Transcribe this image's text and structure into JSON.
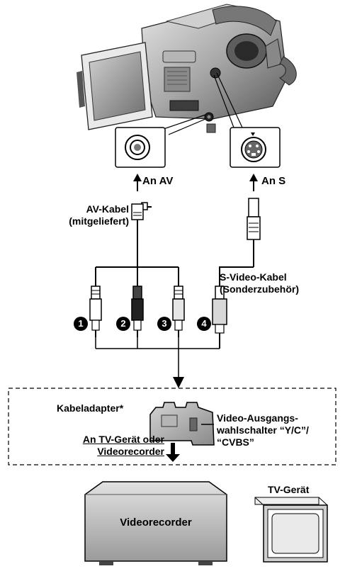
{
  "ports": {
    "av_label": "An AV",
    "s_label": "An S"
  },
  "cables": {
    "av_cable_line1": "AV-Kabel",
    "av_cable_line2": "(mitgeliefert)",
    "svideo_line1": "S-Video-Kabel",
    "svideo_line2": "(Sonderzubehör)"
  },
  "plugs": {
    "n1": "1",
    "n2": "2",
    "n3": "3",
    "n4": "4"
  },
  "adapter": {
    "label": "Kabeladapter*",
    "switch_line1": "Video-Ausgangs-",
    "switch_line2": "wahlschalter “Y/C”/",
    "switch_line3": "“CVBS”",
    "dest_line1": "An TV-Gerät oder",
    "dest_line2": "Videorecorder"
  },
  "devices": {
    "tv_label": "TV-Gerät",
    "vcr_label": "Videorecorder"
  }
}
